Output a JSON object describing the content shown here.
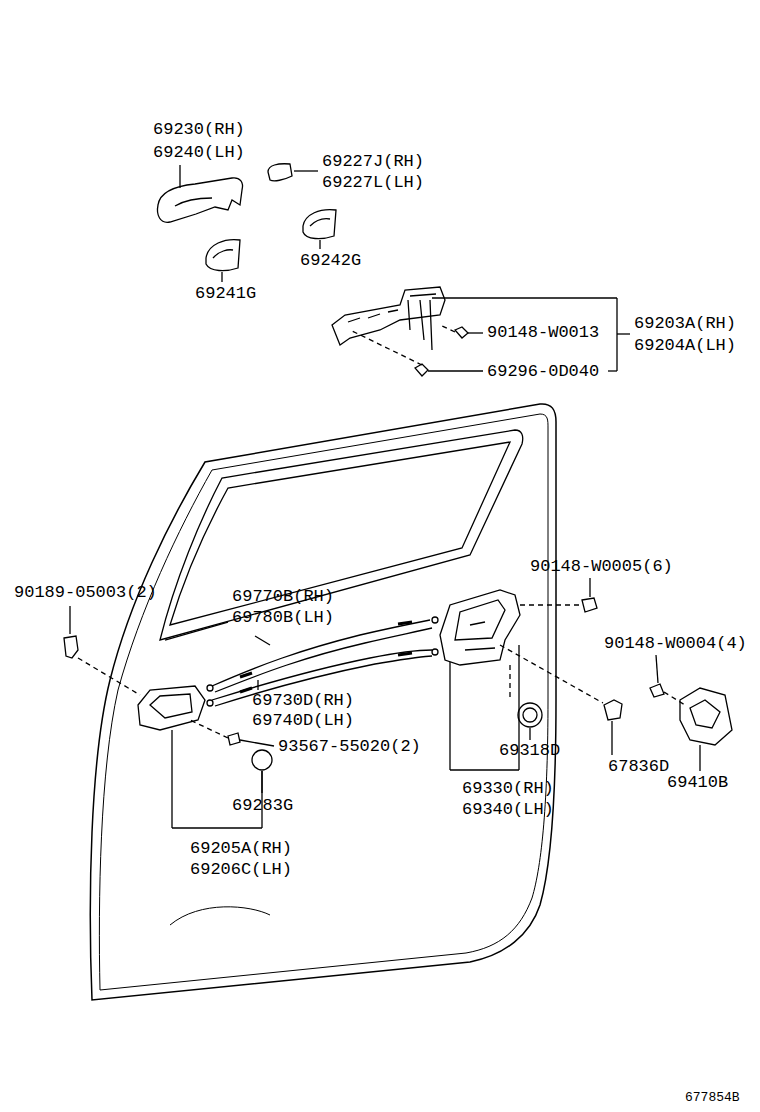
{
  "diagram": {
    "labels": [
      "69230(RH)",
      "69240(LH)",
      "69227J(RH)",
      "69227L(LH)",
      "69242G",
      "69241G",
      "90148-W0013",
      "69203A(RH)",
      "69204A(LH)",
      "69296-0D040",
      "90189-05003(2)",
      "69770B(RH)",
      "69780B(LH)",
      "90148-W0005(6)",
      "90148-W0004(4)",
      "69730D(RH)",
      "69740D(LH)",
      "93567-55020(2)",
      "69318D",
      "67836D",
      "69410B",
      "69283G",
      "69330(RH)",
      "69340(LH)",
      "69205A(RH)",
      "69206C(LH)",
      "677854B"
    ]
  }
}
